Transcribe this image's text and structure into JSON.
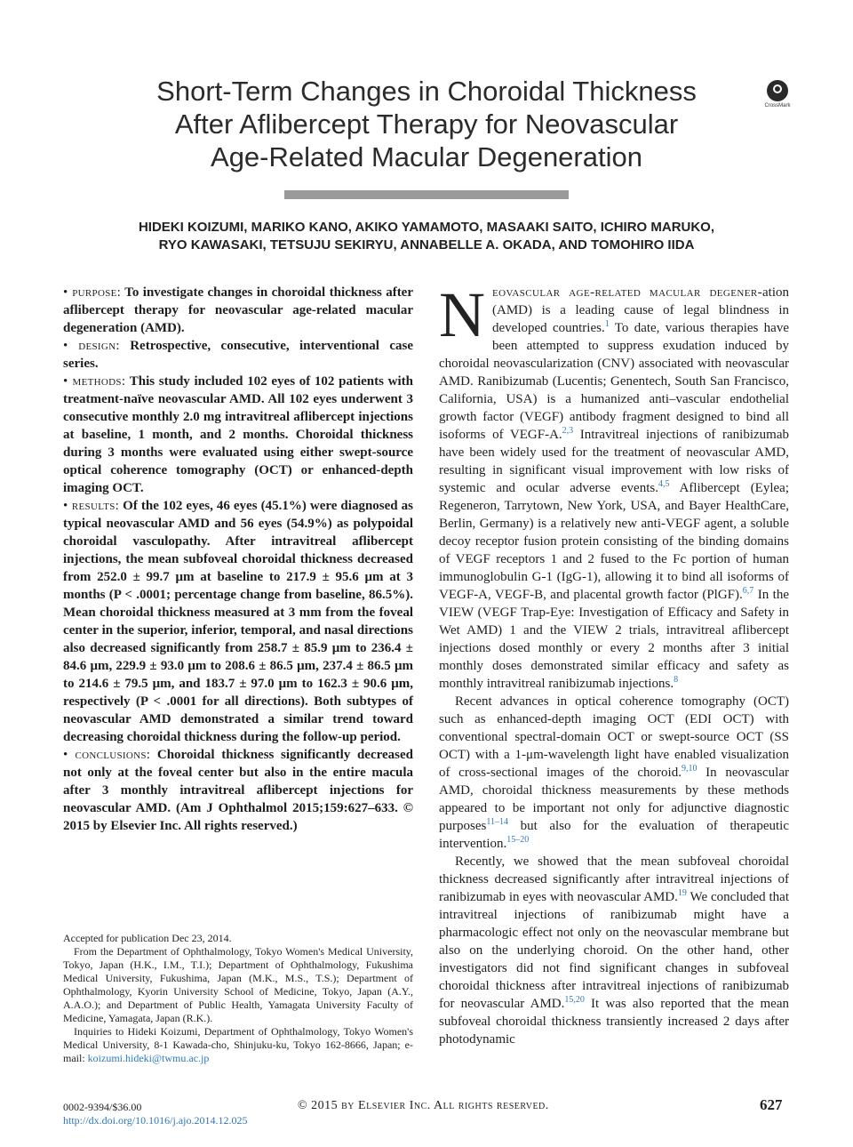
{
  "title": {
    "line1": "Short-Term Changes in Choroidal Thickness",
    "line2": "After Aflibercept Therapy for Neovascular",
    "line3": "Age-Related Macular Degeneration"
  },
  "crossmark": {
    "label": "CrossMark"
  },
  "authors": {
    "line1": "HIDEKI KOIZUMI, MARIKO KANO, AKIKO YAMAMOTO, MASAAKI SAITO, ICHIRO MARUKO,",
    "line2": "RYO KAWASAKI, TETSUJU SEKIRYU, ANNABELLE A. OKADA, AND TOMOHIRO IIDA"
  },
  "abstract": {
    "purpose_label": "• purpose:",
    "purpose": " To investigate changes in choroidal thickness after aflibercept therapy for neovascular age-related macular degeneration (AMD).",
    "design_label": "• design:",
    "design": " Retrospective, consecutive, interventional case series.",
    "methods_label": "• methods:",
    "methods": " This study included 102 eyes of 102 patients with treatment-naïve neovascular AMD. All 102 eyes underwent 3 consecutive monthly 2.0 mg intravitreal aflibercept injections at baseline, 1 month, and 2 months. Choroidal thickness during 3 months were evaluated using either swept-source optical coherence tomography (OCT) or enhanced-depth imaging OCT.",
    "results_label": "• results:",
    "results": " Of the 102 eyes, 46 eyes (45.1%) were diagnosed as typical neovascular AMD and 56 eyes (54.9%) as polypoidal choroidal vasculopathy. After intravitreal aflibercept injections, the mean subfoveal choroidal thickness decreased from 252.0 ± 99.7 μm at baseline to 217.9 ± 95.6 μm at 3 months (P < .0001; percentage change from baseline, 86.5%). Mean choroidal thickness measured at 3 mm from the foveal center in the superior, inferior, temporal, and nasal directions also decreased significantly from 258.7 ± 85.9 μm to 236.4 ± 84.6 μm, 229.9 ± 93.0 μm to 208.6 ± 86.5 μm, 237.4 ± 86.5 μm to 214.6 ± 79.5 μm, and 183.7 ± 97.0 μm to 162.3 ± 90.6 μm, respectively (P < .0001 for all directions). Both subtypes of neovascular AMD demonstrated a similar trend toward decreasing choroidal thickness during the follow-up period.",
    "conclusions_label": "• conclusions:",
    "conclusions": " Choroidal thickness significantly decreased not only at the foveal center but also in the entire macula after 3 monthly intravitreal aflibercept injections for neovascular AMD. (Am J Ophthalmol 2015;159:627–633. © 2015 by Elsevier Inc. All rights reserved.)"
  },
  "body": {
    "dropcap": "N",
    "lead_caps": "eovascular age-related macular degener-",
    "p1a": "ation (AMD) is a leading cause of legal blindness in developed countries.",
    "r1": "1",
    "p1b": " To date, various therapies have been attempted to suppress exudation induced by choroidal neovascularization (CNV) associated with neovascular AMD. Ranibizumab (Lucentis; Genentech, South San Francisco, California, USA) is a humanized anti–vascular endothelial growth factor (VEGF) antibody fragment designed to bind all isoforms of VEGF-A.",
    "r2": "2,3",
    "p1c": " Intravitreal injections of ranibizumab have been widely used for the treatment of neovascular AMD, resulting in significant visual improvement with low risks of systemic and ocular adverse events.",
    "r3": "4,5",
    "p1d": " Aflibercept (Eylea; Regeneron, Tarrytown, New York, USA, and Bayer HealthCare, Berlin, Germany) is a relatively new anti-VEGF agent, a soluble decoy receptor fusion protein consisting of the binding domains of VEGF receptors 1 and 2 fused to the Fc portion of human immunoglobulin G-1 (IgG-1), allowing it to bind all isoforms of VEGF-A, VEGF-B, and placental growth factor (PlGF).",
    "r4": "6,7",
    "p1e": " In the VIEW (VEGF Trap-Eye: Investigation of Efficacy and Safety in Wet AMD) 1 and the VIEW 2 trials, intravitreal aflibercept injections dosed monthly or every 2 months after 3 initial monthly doses demonstrated similar efficacy and safety as monthly intravitreal ranibizumab injections.",
    "r5": "8",
    "p2a": "Recent advances in optical coherence tomography (OCT) such as enhanced-depth imaging OCT (EDI OCT) with conventional spectral-domain OCT or swept-source OCT (SS OCT) with a 1-μm-wavelength light have enabled visualization of cross-sectional images of the choroid.",
    "r6": "9,10",
    "p2b": " In neovascular AMD, choroidal thickness measurements by these methods appeared to be important not only for adjunctive diagnostic purposes",
    "r7": "11–14",
    "p2c": " but also for the evaluation of therapeutic intervention.",
    "r8": "15–20",
    "p3a": "Recently, we showed that the mean subfoveal choroidal thickness decreased significantly after intravitreal injections of ranibizumab in eyes with neovascular AMD.",
    "r9": "19",
    "p3b": " We concluded that intravitreal injections of ranibizumab might have a pharmacologic effect not only on the neovascular membrane but also on the underlying choroid. On the other hand, other investigators did not find significant changes in subfoveal choroidal thickness after intravitreal injections of ranibizumab for neovascular AMD.",
    "r10": "15,20",
    "p3c": " It was also reported that the mean subfoveal choroidal thickness transiently increased 2 days after photodynamic"
  },
  "footnotes": {
    "accepted": "Accepted for publication Dec 23, 2014.",
    "affiliations": "From the Department of Ophthalmology, Tokyo Women's Medical University, Tokyo, Japan (H.K., I.M., T.I.); Department of Ophthalmology, Fukushima Medical University, Fukushima, Japan (M.K., M.S., T.S.); Department of Ophthalmology, Kyorin University School of Medicine, Tokyo, Japan (A.Y., A.A.O.); and Department of Public Health, Yamagata University Faculty of Medicine, Yamagata, Japan (R.K.).",
    "inquiries": "Inquiries to Hideki Koizumi, Department of Ophthalmology, Tokyo Women's Medical University, 8-1 Kawada-cho, Shinjuku-ku, Tokyo 162-8666, Japan; e-mail: ",
    "email": "koizumi.hideki@twmu.ac.jp"
  },
  "footer": {
    "issn": "0002-9394/$36.00",
    "doi": "http://dx.doi.org/10.1016/j.ajo.2014.12.025",
    "copyright": "© 2015 by Elsevier Inc. All rights reserved.",
    "page": "627"
  },
  "colors": {
    "link": "#2e78b8",
    "rule": "#9a9a9a",
    "text": "#222222"
  }
}
